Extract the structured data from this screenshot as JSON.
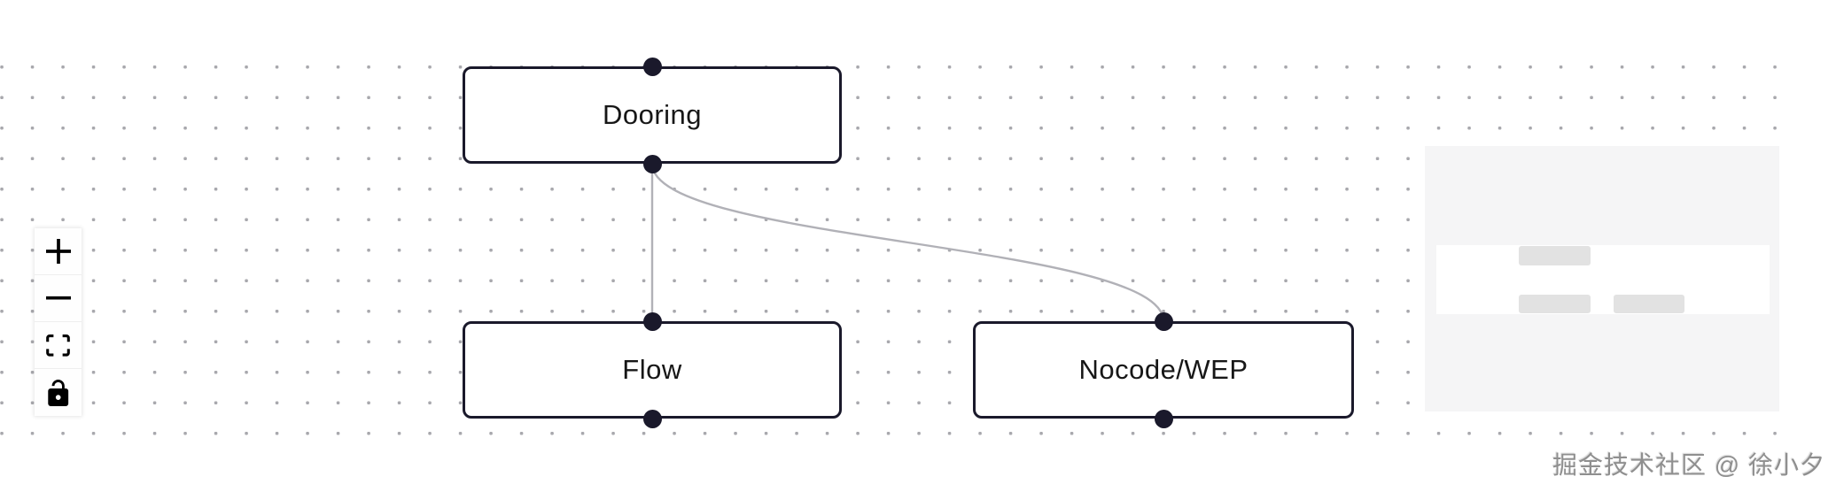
{
  "canvas": {
    "watermark": "掘金技术社区 @ 徐小夕"
  },
  "nodes": [
    {
      "label": "Dooring"
    },
    {
      "label": "Flow"
    },
    {
      "label": "Nocode/WEP"
    }
  ],
  "edges": [
    {
      "source": "Dooring",
      "target": "Flow"
    },
    {
      "source": "Dooring",
      "target": "Nocode/WEP"
    }
  ],
  "controls": {
    "icons": [
      "plus-icon",
      "minus-icon",
      "fit-view-icon",
      "unlock-icon"
    ]
  },
  "minimap": {
    "node_count": 3
  },
  "colors": {
    "node_border": "#1a192b",
    "handle": "#1a192b",
    "edge": "#b1b1b7",
    "grid_dot": "#a8a8ad",
    "minimap_mask": "#f5f5f6",
    "minimap_node": "#e2e2e2",
    "watermark": "#8f8f8f"
  }
}
